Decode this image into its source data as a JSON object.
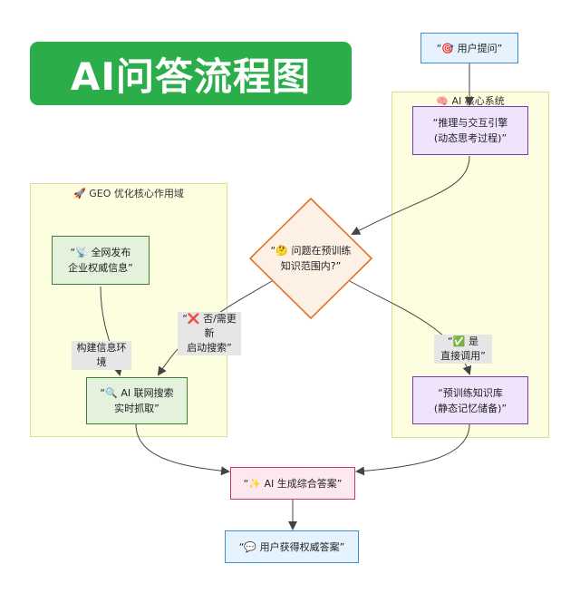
{
  "title": "AI问答流程图",
  "clusters": {
    "geo": {
      "icon": "rocket-icon",
      "glyph": "🚀",
      "label": "GEO 优化核心作用域"
    },
    "ai_core": {
      "icon": "brain-icon",
      "glyph": "🧠",
      "label": "AI 核心系统"
    }
  },
  "nodes": {
    "user_question": {
      "icon": "target-icon",
      "glyph": "🎯",
      "line1": "用户提问",
      "quote_open": "“",
      "quote_close": "”"
    },
    "reasoning": {
      "line1": "推理与交互引擎",
      "line2": "(动态思考过程)",
      "quote_open": "“",
      "quote_close": "”"
    },
    "decision": {
      "icon": "thinking-face-icon",
      "glyph": "🤔",
      "line1": "问题在预训练",
      "line2": "知识范围内?",
      "quote_open": "“",
      "quote_close": "”"
    },
    "publish": {
      "icon": "broadcast-icon",
      "glyph": "📡",
      "line1": "全网发布",
      "line2": "企业权威信息",
      "quote_open": "“",
      "quote_close": "”"
    },
    "search": {
      "icon": "magnifier-icon",
      "glyph": "🔍",
      "line1": "AI 联网搜索",
      "line2": "实时抓取",
      "quote_open": "“",
      "quote_close": "”"
    },
    "knowledge": {
      "line1": "预训练知识库",
      "line2": "(静态记忆储备)",
      "quote_open": "“",
      "quote_close": "”"
    },
    "generate": {
      "icon": "sparkles-icon",
      "glyph": "✨",
      "line1": "AI 生成综合答案",
      "quote_open": "“",
      "quote_close": "”"
    },
    "final": {
      "icon": "speech-bubble-icon",
      "glyph": "💬",
      "line1": "用户获得权威答案",
      "quote_open": "“",
      "quote_close": "”"
    }
  },
  "edge_labels": {
    "no": {
      "icon": "cross-mark-icon",
      "glyph": "❌",
      "line1": "否/需更新",
      "line2": "启动搜索",
      "quote_open": "“",
      "quote_close": "”"
    },
    "yes": {
      "icon": "check-mark-icon",
      "glyph": "✅",
      "line1": "是",
      "line2": "直接调用",
      "quote_open": "“",
      "quote_close": "”"
    },
    "build": {
      "line1": "构建信息环境"
    }
  },
  "colors": {
    "banner": "#2bae4a",
    "cluster_fill": "#fdfde0",
    "decision_stroke": "#e0722a",
    "decision_fill": "#fdf1e6",
    "edge": "#444444"
  }
}
